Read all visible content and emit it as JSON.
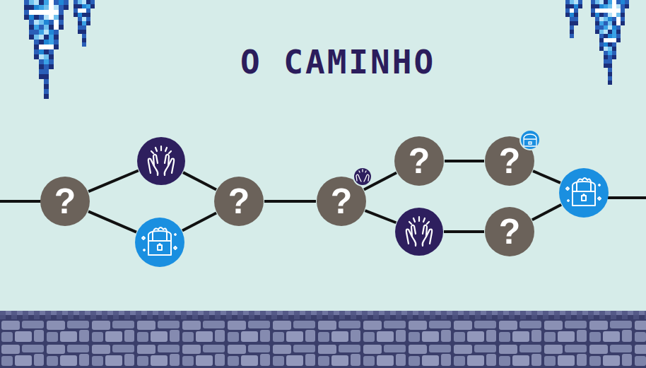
{
  "diagram": {
    "title": "O CAMINHO",
    "nodes": [
      {
        "text": [
          "?"
        ]
      },
      {
        "text": []
      },
      {
        "text": []
      },
      {
        "text": [
          "?"
        ]
      },
      {
        "text": [
          "?"
        ]
      },
      {
        "text": [
          "?"
        ]
      },
      {
        "text": []
      },
      {
        "text": [
          "?"
        ]
      },
      {
        "text": [
          "?"
        ]
      },
      {
        "text": []
      }
    ],
    "edges": [
      {
        "from": 0,
        "to": 1,
        "arrow": "none"
      },
      {
        "from": 0,
        "to": 2,
        "arrow": "none"
      },
      {
        "from": 1,
        "to": 3,
        "arrow": "none"
      },
      {
        "from": 2,
        "to": 3,
        "arrow": "none"
      },
      {
        "from": 3,
        "to": 4,
        "arrow": "none"
      },
      {
        "from": 4,
        "to": 5,
        "arrow": "none"
      },
      {
        "from": 4,
        "to": 6,
        "arrow": "none"
      },
      {
        "from": 5,
        "to": 7,
        "arrow": "none"
      },
      {
        "from": 6,
        "to": 8,
        "arrow": "none"
      },
      {
        "from": 7,
        "to": 9,
        "arrow": "none"
      },
      {
        "from": 8,
        "to": 9,
        "arrow": "none"
      }
    ]
  }
}
